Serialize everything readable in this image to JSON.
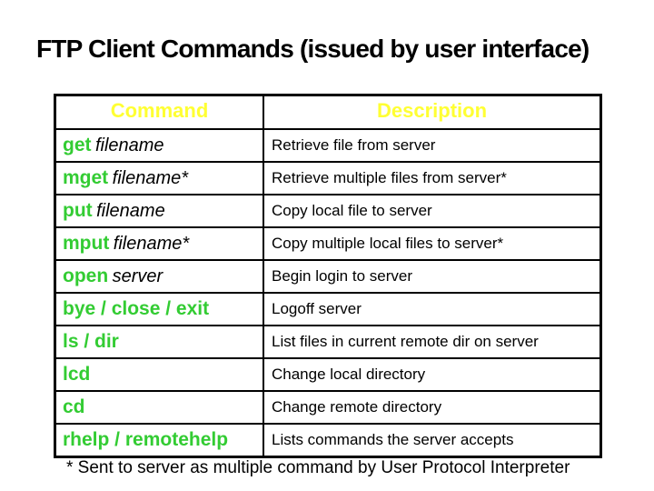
{
  "title": "FTP Client Commands (issued by user interface)",
  "table": {
    "headers": [
      "Command",
      "Description"
    ],
    "rows": [
      {
        "command": "get",
        "argument": "filename",
        "description": "Retrieve file from server"
      },
      {
        "command": "mget",
        "argument": "filename*",
        "description": "Retrieve multiple files from server*"
      },
      {
        "command": "put",
        "argument": "filename",
        "description": "Copy local file to server"
      },
      {
        "command": "mput",
        "argument": "filename*",
        "description": "Copy multiple local files to server*"
      },
      {
        "command": "open",
        "argument": "server",
        "description": "Begin login to server"
      },
      {
        "command": "bye / close / exit",
        "argument": "",
        "description": "Logoff server"
      },
      {
        "command": "ls / dir",
        "argument": "",
        "description": "List files in current remote dir on server"
      },
      {
        "command": "lcd",
        "argument": "",
        "description": "Change local directory"
      },
      {
        "command": "cd",
        "argument": "",
        "description": "Change remote directory"
      },
      {
        "command": "rhelp / remotehelp",
        "argument": "",
        "description": "Lists commands the server accepts"
      }
    ],
    "footnote": "* Sent to server as multiple command by User Protocol Interpreter"
  },
  "colors": {
    "header_text": "#FFFF33",
    "command_text": "#33CC33",
    "body_text": "#000000",
    "border": "#000000",
    "background": "#FFFFFF"
  }
}
